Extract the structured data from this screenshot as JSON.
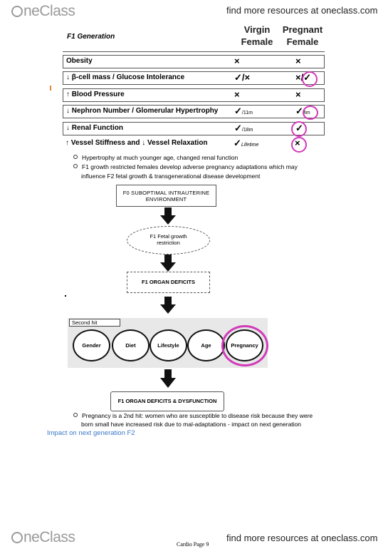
{
  "header": {
    "logo_text": "neClass",
    "find_more": "find more resources at oneclass.com"
  },
  "table": {
    "title": "F1 Generation",
    "col1_line1": "Virgin",
    "col1_line2": "Female",
    "col2_line1": "Pregnant",
    "col2_line2": "Female",
    "rows": [
      {
        "label": "Obesity",
        "virgin": "×",
        "pregnant": "×"
      },
      {
        "label": "↓ β-cell mass / Glucose Intolerance",
        "virgin": "✓/×",
        "pregnant": "×/✓"
      },
      {
        "label": "↑ Blood Pressure",
        "virgin": "×",
        "pregnant": "×"
      },
      {
        "label": "↓ Nephron Number / Glomerular Hypertrophy",
        "virgin": "✓",
        "virgin_sub": "/11m",
        "pregnant": "✓",
        "pregnant_sub": "4m"
      },
      {
        "label": "↓ Renal Function",
        "virgin": "✓",
        "virgin_sub": "/18m",
        "pregnant": "✓"
      },
      {
        "label": "↑ Vessel Stiffness and ↓ Vessel Relaxation",
        "virgin": "✓",
        "virgin_sub": "Lifetime",
        "pregnant": "×"
      }
    ]
  },
  "bullets1": [
    "Hypertrophy at much younger age, changed renal function",
    "F1 growth restricted females develop adverse pregnancy adaptations which may",
    "influence F2 fetal growth & transgenerational disease development"
  ],
  "flow": {
    "box1_l1": "F0 SUBOPTIMAL INTRAUTERINE",
    "box1_l2": "ENVIRONMENT",
    "oval_l1": "F1 Fetal growth",
    "oval_l2": "restriction",
    "box2": "F1 ORGAN DEFICITS",
    "second_hit_label": "Second hit",
    "hits": [
      "Gender",
      "Diet",
      "Lifestyle",
      "Age",
      "Pregnancy"
    ],
    "box3": "F1 ORGAN DEFICITS & DYSFUNCTION"
  },
  "bullets2": [
    "Pregnancy is a 2nd hit: women who are susceptible to disease risk because they were",
    "born small have increased risk due to mal-adaptations - impact on next generation"
  ],
  "impact_text": "Impact on next generation F2",
  "footer": {
    "logo_text": "neClass",
    "find_more": "find more resources at oneclass.com",
    "page_label": "Cardio Page 9"
  },
  "colors": {
    "accent": "#d13ab9",
    "link": "#3a77c9"
  }
}
